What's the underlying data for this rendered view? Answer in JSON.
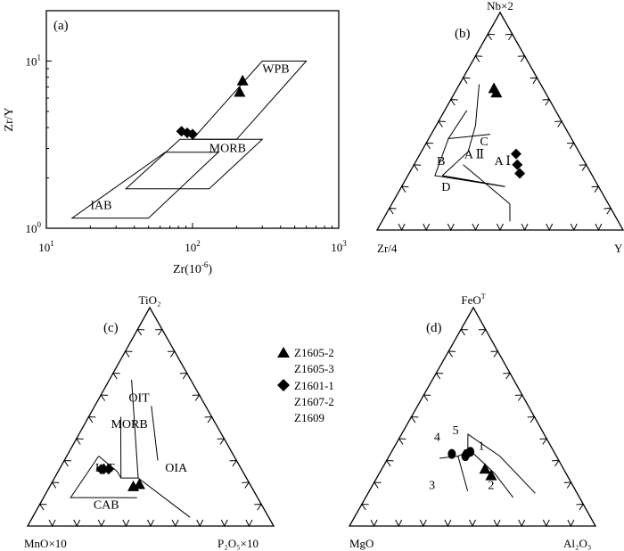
{
  "colors": {
    "ink": "#000000",
    "background": "#ffffff"
  },
  "legend": {
    "entries": [
      {
        "marker": "triangle",
        "lines": [
          "Z1605-2",
          "Z1605-3"
        ]
      },
      {
        "marker": "diamond",
        "lines": [
          "Z1601-1",
          "Z1607-2",
          "Z1609"
        ]
      }
    ]
  },
  "chart_data": [
    {
      "type": "scatter",
      "panel": "(a)",
      "log_scale": true,
      "xlabel": "Zr(10",
      "xlabel_sup": "-6",
      "xlabel_end": ")",
      "ylabel": "Zr/Y",
      "xlim": [
        10,
        1000
      ],
      "ylim": [
        1,
        20
      ],
      "x_ticks": [
        {
          "v": 10,
          "base": "10",
          "exp": "1"
        },
        {
          "v": 100,
          "base": "10",
          "exp": "2"
        },
        {
          "v": 1000,
          "base": "10",
          "exp": "3"
        }
      ],
      "y_ticks": [
        {
          "v": 1,
          "base": "10",
          "exp": "0"
        },
        {
          "v": 10,
          "base": "10",
          "exp": "1"
        }
      ],
      "field_labels": [
        {
          "text": "WPB",
          "x": 300,
          "y": 8.5
        },
        {
          "text": "MORB",
          "x": 130,
          "y": 2.85
        },
        {
          "text": "IAB",
          "x": 20,
          "y": 1.3
        }
      ],
      "fields": [
        [
          [
            300,
            10
          ],
          [
            600,
            10
          ],
          [
            200,
            3.4
          ],
          [
            100,
            3.4
          ]
        ],
        [
          [
            82,
            3.4
          ],
          [
            300,
            3.4
          ],
          [
            130,
            1.72
          ],
          [
            35,
            1.72
          ]
        ],
        [
          [
            65,
            2.85
          ],
          [
            150,
            2.85
          ],
          [
            50,
            1.15
          ],
          [
            15,
            1.15
          ]
        ]
      ],
      "series": [
        {
          "marker": "triangle",
          "points": [
            [
              220,
              7.6
            ],
            [
              210,
              6.5
            ]
          ]
        },
        {
          "marker": "diamond",
          "points": [
            [
              84,
              3.8
            ],
            [
              92,
              3.72
            ],
            [
              100,
              3.65
            ]
          ]
        }
      ]
    },
    {
      "type": "ternary",
      "panel": "(b)",
      "apices": {
        "top": "Nb×2",
        "left": "Zr/4",
        "right": "Y"
      },
      "field_labels": [
        {
          "text": "A Ⅰ",
          "f": [
            0.3,
            0.34,
            0.36
          ]
        },
        {
          "text": "A Ⅱ",
          "f": [
            0.33,
            0.44,
            0.23
          ]
        },
        {
          "text": "B",
          "f": [
            0.3,
            0.59,
            0.11
          ]
        },
        {
          "text": "C",
          "f": [
            0.39,
            0.37,
            0.24
          ]
        },
        {
          "text": "D",
          "f": [
            0.18,
            0.63,
            0.19
          ]
        }
      ],
      "boundaries": [
        [
          [
            0.25,
            0.61,
            0.14
          ],
          [
            0.36,
            0.45,
            0.19
          ],
          [
            0.48,
            0.36,
            0.16
          ],
          [
            0.67,
            0.25,
            0.08
          ]
        ],
        [
          [
            0.25,
            0.61,
            0.14
          ],
          [
            0.2,
            0.38,
            0.42
          ],
          [
            0.25,
            0.64,
            0.11
          ],
          [
            0.42,
            0.5,
            0.08
          ],
          [
            0.55,
            0.36,
            0.09
          ]
        ],
        [
          [
            0.42,
            0.5,
            0.08
          ],
          [
            0.44,
            0.32,
            0.24
          ]
        ],
        [
          [
            0.12,
            0.4,
            0.48
          ],
          [
            0.3,
            0.5,
            0.2
          ]
        ],
        [
          [
            0.25,
            0.61,
            0.14
          ],
          [
            0.2,
            0.38,
            0.42
          ]
        ],
        [
          [
            0.12,
            0.4,
            0.48
          ],
          [
            0.04,
            0.44,
            0.52
          ]
        ]
      ],
      "series": [
        {
          "marker": "triangle",
          "points": [
            [
              0.65,
              0.2,
              0.15
            ],
            [
              0.63,
              0.2,
              0.17
            ]
          ]
        },
        {
          "marker": "diamond",
          "points": [
            [
              0.35,
              0.26,
              0.39
            ],
            [
              0.3,
              0.28,
              0.42
            ],
            [
              0.26,
              0.29,
              0.45
            ]
          ]
        }
      ]
    },
    {
      "type": "ternary",
      "panel": "(c)",
      "apices": {
        "top": "TiO₂",
        "left": "MnO×10",
        "right": "P₂O₅×10"
      },
      "field_labels": [
        {
          "text": "OIT",
          "f": [
            0.57,
            0.26,
            0.17
          ]
        },
        {
          "text": "MORB",
          "f": [
            0.45,
            0.36,
            0.19
          ]
        },
        {
          "text": "IAT",
          "f": [
            0.25,
            0.56,
            0.19
          ]
        },
        {
          "text": "OIA",
          "f": [
            0.25,
            0.27,
            0.48
          ]
        },
        {
          "text": "CAB",
          "f": [
            0.08,
            0.64,
            0.28
          ]
        }
      ],
      "boundaries": [
        [
          [
            0.32,
            0.55,
            0.13
          ],
          [
            0.25,
            0.51,
            0.24
          ],
          [
            0.22,
            0.51,
            0.27
          ],
          [
            0.22,
            0.44,
            0.34
          ],
          [
            0.04,
            0.32,
            0.64
          ]
        ],
        [
          [
            0.32,
            0.55,
            0.13
          ],
          [
            0.13,
            0.76,
            0.11
          ],
          [
            0.13,
            0.49,
            0.38
          ]
        ],
        [
          [
            0.22,
            0.44,
            0.34
          ],
          [
            0.67,
            0.24,
            0.09
          ]
        ],
        [
          [
            0.22,
            0.51,
            0.27
          ],
          [
            0.5,
            0.37,
            0.13
          ]
        ],
        [
          [
            0.3,
            0.32,
            0.38
          ],
          [
            0.55,
            0.22,
            0.23
          ]
        ]
      ],
      "series": [
        {
          "marker": "triangle",
          "points": [
            [
              0.18,
              0.48,
              0.34
            ],
            [
              0.19,
              0.45,
              0.36
            ]
          ]
        },
        {
          "marker": "diamond",
          "points": [
            [
              0.26,
              0.57,
              0.17
            ],
            [
              0.26,
              0.56,
              0.18
            ],
            [
              0.26,
              0.54,
              0.2
            ]
          ]
        }
      ]
    },
    {
      "type": "ternary",
      "panel": "(d)",
      "apices": {
        "top": "FeO",
        "top_sup": "T",
        "left": "MgO",
        "right": "Al₂O₃"
      },
      "field_labels": [
        {
          "text": "1",
          "f": [
            0.35,
            0.29,
            0.36
          ]
        },
        {
          "text": "2",
          "f": [
            0.17,
            0.34,
            0.49
          ]
        },
        {
          "text": "3",
          "f": [
            0.17,
            0.58,
            0.25
          ]
        },
        {
          "text": "4",
          "f": [
            0.39,
            0.45,
            0.16
          ]
        },
        {
          "text": "5",
          "f": [
            0.42,
            0.36,
            0.22
          ]
        }
      ],
      "boundaries": [
        [
          [
            0.31,
            0.48,
            0.21
          ],
          [
            0.32,
            0.4,
            0.28
          ],
          [
            0.16,
            0.44,
            0.4
          ]
        ],
        [
          [
            0.32,
            0.4,
            0.28
          ],
          [
            0.34,
            0.35,
            0.31
          ],
          [
            0.33,
            0.33,
            0.34
          ],
          [
            0.24,
            0.29,
            0.47
          ],
          [
            0.13,
            0.27,
            0.6
          ]
        ],
        [
          [
            0.34,
            0.35,
            0.31
          ],
          [
            0.42,
            0.31,
            0.27
          ],
          [
            0.32,
            0.23,
            0.45
          ],
          [
            0.15,
            0.17,
            0.68
          ]
        ]
      ],
      "series": [
        {
          "marker": "triangle",
          "points": [
            [
              0.26,
              0.32,
              0.42
            ],
            [
              0.23,
              0.31,
              0.46
            ]
          ]
        },
        {
          "marker": "circle",
          "points": [
            [
              0.32,
              0.37,
              0.31
            ],
            [
              0.33,
              0.36,
              0.31
            ],
            [
              0.34,
              0.34,
              0.32
            ],
            [
              0.33,
              0.42,
              0.25
            ]
          ]
        }
      ]
    }
  ]
}
